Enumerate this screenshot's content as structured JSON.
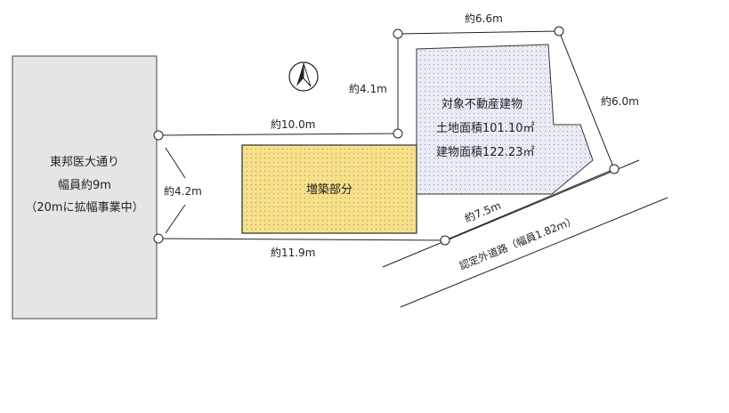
{
  "main_road": {
    "name": "東邦医大通り",
    "width": "幅員約9m",
    "widening": "（20mに拡幅事業中）"
  },
  "dimensions": {
    "top_right": "約6.6m",
    "upper_left": "約4.1m",
    "right_side": "約6.0m",
    "north_edge": "約10.0m",
    "road_frontage": "約4.2m",
    "south_edge": "約11.9m",
    "southeast_edge": "約7.5m"
  },
  "target_building": {
    "title": "対象不動産建物",
    "land_area": "土地面積101.10㎡",
    "building_area": "建物面積122.23㎡"
  },
  "extension": {
    "label": "増築部分",
    "color": "#f6e08a"
  },
  "side_road": {
    "label": "認定外道路（幅員1.82ｍ）"
  },
  "colors": {
    "main_road_fill": "#e5e5e5",
    "building_fill": "#e9ecf4"
  }
}
